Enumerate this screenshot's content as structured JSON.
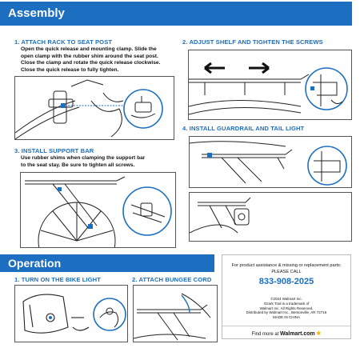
{
  "sections": {
    "assembly": "Assembly",
    "operation": "Operation"
  },
  "steps": {
    "s1": {
      "title": "1. ATTACH RACK TO SEAT POST",
      "lines": [
        "Open the quick release and mounting clamp. Slide the",
        "open clamp with the rubber shim around the seat post.",
        "Close the clamp and rotate the quick release clockwise.",
        "Close the quick release to fully tighten."
      ]
    },
    "s2": {
      "title": "2. ADJUST SHELF AND TIGHTEN THE SCREWS"
    },
    "s3": {
      "title": "3. INSTALL SUPPORT BAR",
      "lines": [
        "Use rubber shims when clamping the support bar",
        "to the seat stay. Be sure to tighten all screws."
      ]
    },
    "s4": {
      "title": "4. INSTALL GUARDRAIL AND TAIL LIGHT"
    },
    "op1": {
      "title": "1. TURN ON THE BIKE LIGHT"
    },
    "op2": {
      "title": "2. ATTACH BUNGEE CORD"
    }
  },
  "contact": {
    "line1": "For product assistance & missing or replacement parts:",
    "line2": "PLEASE CALL",
    "phone": "833-908-2025",
    "legal": [
      "©2024 Walmart Inc.",
      "Ozark Trail is a trademark of",
      "Walmart Inc. All Rights Reserved.",
      "Distributed by Walmart Inc., Bentonville, AR 72716",
      "MADE IN CHINA"
    ],
    "find_prefix": "Find more at",
    "find_site": "Walmart.com"
  },
  "colors": {
    "accent": "#1c6ec0",
    "line": "#222222"
  }
}
